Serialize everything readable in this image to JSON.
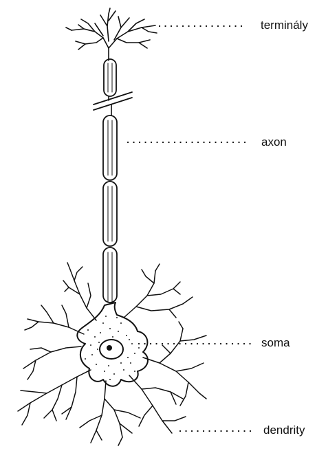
{
  "labels": {
    "terminals": "terminály",
    "axon": "axon",
    "soma": "soma",
    "dendrites": "dendrity"
  },
  "colors": {
    "ink": "#111111",
    "background": "#ffffff"
  }
}
